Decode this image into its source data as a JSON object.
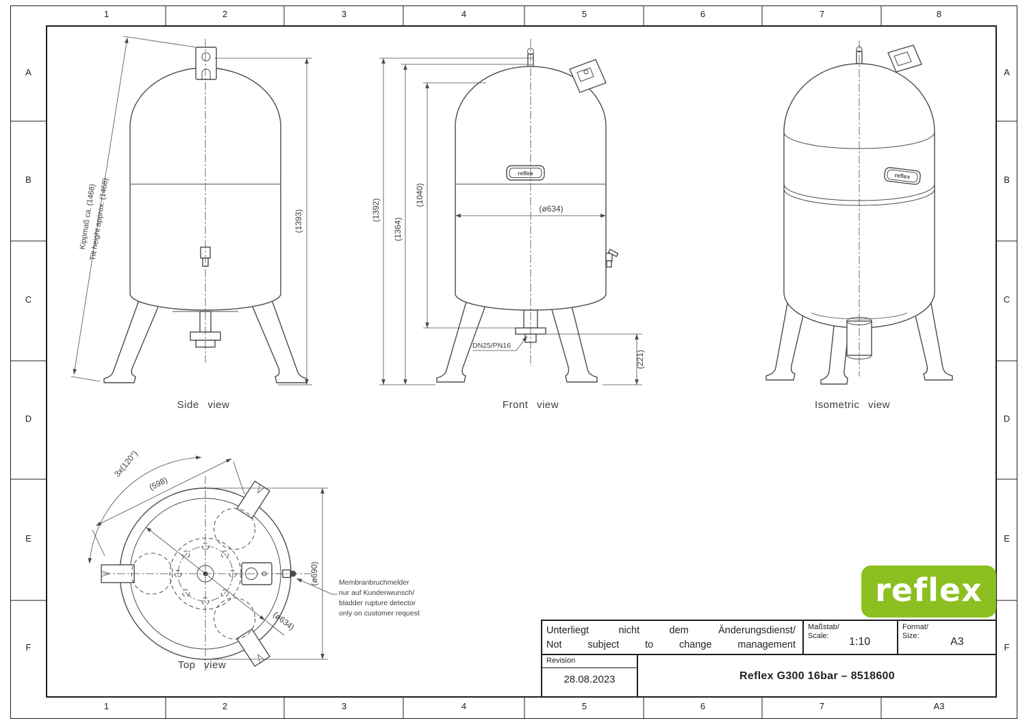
{
  "zones": {
    "cols_top": [
      "1",
      "2",
      "3",
      "4",
      "5",
      "6",
      "7",
      "8"
    ],
    "cols_bottom": [
      "1",
      "2",
      "3",
      "4",
      "5",
      "6",
      "7",
      "A3"
    ],
    "rows": [
      "A",
      "B",
      "C",
      "D",
      "E",
      "F"
    ]
  },
  "views": {
    "side": {
      "label": "Side view",
      "dim_height": "(1393)",
      "dim_tilt_de": "Kippmaß ca. (1468)",
      "dim_tilt_en": "Tilt height approx. (1468)"
    },
    "front": {
      "label": "Front view",
      "dim_total_height": "(1392)",
      "dim_height_2": "(1364)",
      "dim_height_3": "(1040)",
      "dim_diameter": "(ø634)",
      "dim_connection": "DN25/PN16",
      "dim_leg_height": "(221)",
      "nameplate": "reflex"
    },
    "iso": {
      "label": "Isometric view",
      "nameplate": "reflex"
    },
    "top": {
      "label": "Top view",
      "dim_leg_angle": "3x(120°)",
      "dim_leg_pitch": "(598)",
      "dim_outer_diameter": "(ø690)",
      "dim_inner_diameter": "(ø634)",
      "note_line1": "Membranbruchmelder",
      "note_line2": "nur auf Kundenwunsch/",
      "note_line3": "bladder rupture detector",
      "note_line4": "only on customer request"
    }
  },
  "title_block": {
    "change_note_de": "Unterliegt nicht dem Änderungsdienst/",
    "change_note_en": "Not subject to change management",
    "scale_label_de": "Maßstab/",
    "scale_label_en": "Scale:",
    "scale_value": "1:10",
    "format_label_de": "Format/",
    "format_label_en": "Size:",
    "format_value": "A3",
    "revision_label": "Revision",
    "revision_date": "28.08.2023",
    "drawing_title": "Reflex G300 16bar – 8518600"
  },
  "logo": {
    "text": "reflex"
  },
  "colors": {
    "line": "#4a4a4a",
    "frame": "#1c1c1c",
    "logo_green": "#8cc021"
  }
}
